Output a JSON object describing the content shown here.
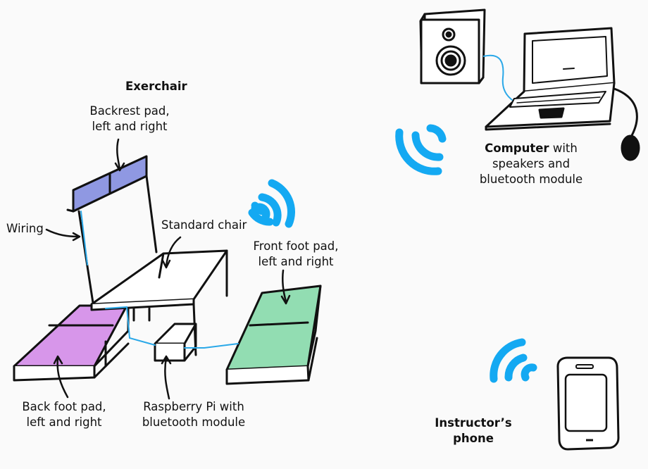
{
  "labels": {
    "exerchair": "Exerchair",
    "backrest_line1": "Backrest pad,",
    "backrest_line2": "left and right",
    "wiring": "Wiring",
    "standard_chair": "Standard chair",
    "front_line1": "Front foot pad,",
    "front_line2": "left and right",
    "back_line1": "Back foot pad,",
    "back_line2": "left and right",
    "pi_line1": "Raspberry Pi with",
    "pi_line2": "bluetooth module",
    "computer_bold": "Computer",
    "computer_rest": " with",
    "computer_line2": "speakers and",
    "computer_line3": "bluetooth module",
    "phone_line1": "Instructor’s",
    "phone_line2": "phone"
  },
  "colors": {
    "bluetooth": "#14a9f2",
    "wire": "#2aa8e8",
    "backrest_pad": "#7b86dd",
    "back_foot_pad": "#c86be2",
    "front_foot_pad": "#6fd39a",
    "ink": "#111111"
  },
  "icons": [
    "speaker-icon",
    "laptop-icon",
    "mouse-icon",
    "phone-icon",
    "bluetooth-wave-icon"
  ]
}
